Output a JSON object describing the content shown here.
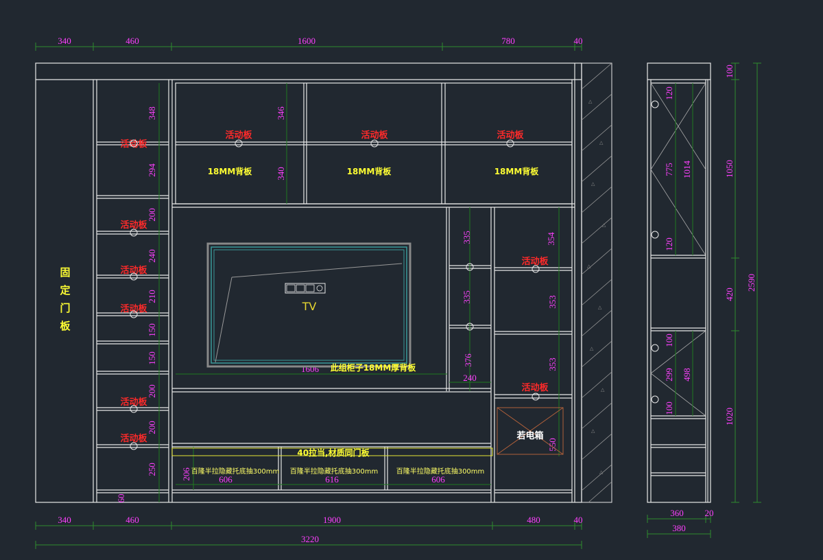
{
  "top_dims": [
    "340",
    "460",
    "1600",
    "780",
    "40"
  ],
  "bottom_dims": [
    "340",
    "460",
    "1900",
    "480",
    "40"
  ],
  "total_width": "3220",
  "side_bottom_dims": [
    "360",
    "20"
  ],
  "side_total": "380",
  "side_right_dims": [
    "100",
    "1050",
    "420",
    "1020"
  ],
  "side_height_total": "2590",
  "side_inner_dims": [
    "120",
    "775",
    "1014",
    "120",
    "100",
    "299",
    "498",
    "100"
  ],
  "left_column_dims": [
    "348",
    "294",
    "200",
    "240",
    "210",
    "150",
    "150",
    "200",
    "200",
    "250",
    "60"
  ],
  "upper_center_dims": [
    "346",
    "340"
  ],
  "right_small_dims": [
    "335",
    "335",
    "376"
  ],
  "right_column_dims": [
    "354",
    "353",
    "353",
    "550"
  ],
  "bottom_drawer_dims": [
    "206",
    "606",
    "616",
    "606"
  ],
  "misc_dims": {
    "shelf_width": "1606",
    "right_width": "240"
  },
  "labels": {
    "movable_shelf": "活动板",
    "back_panel": "18MM背板",
    "fixed_door": [
      "固",
      "定",
      "门",
      "板"
    ],
    "tv": "TV",
    "cabinet_back": "此组柜子18MM厚背板",
    "drawer_front": "40拉当,材质同门板",
    "drawer_rail": "百隆半拉隐藏托底抽300mm",
    "router": "若电箱"
  }
}
